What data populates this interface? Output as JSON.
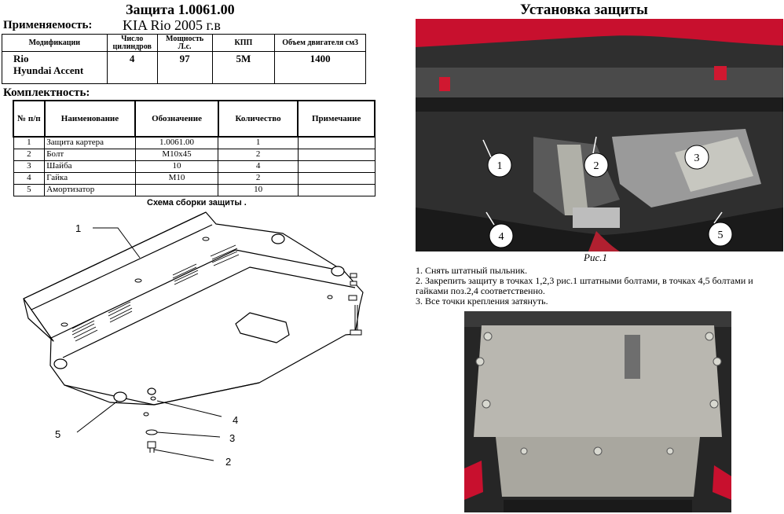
{
  "header": {
    "title": "Защита 1.0061.00",
    "install_title": "Установка защиты"
  },
  "applicability": {
    "label": "Применяемость:",
    "model": "KIA Rio 2005 г.в",
    "columns": [
      "Модификации",
      "Число цилиндров",
      "Мощность Л.с.",
      "КПП",
      "Объем двигателя см3"
    ],
    "row": {
      "models": [
        "Rio",
        "Hyundai Accent"
      ],
      "cylinders": "4",
      "power": "97",
      "gearbox": "5M",
      "volume": "1400"
    }
  },
  "kit": {
    "label": "Комплектность:",
    "columns": [
      "№ п/п",
      "Наименование",
      "Обозначение",
      "Количество",
      "Примечание"
    ],
    "rows": [
      {
        "n": "1",
        "name": "Защита картера",
        "code": "1.0061.00",
        "qty": "1",
        "note": ""
      },
      {
        "n": "2",
        "name": "Болт",
        "code": "M10x45",
        "qty": "2",
        "note": ""
      },
      {
        "n": "3",
        "name": "Шайба",
        "code": "10",
        "qty": "4",
        "note": ""
      },
      {
        "n": "4",
        "name": "Гайка",
        "code": "M10",
        "qty": "2",
        "note": ""
      },
      {
        "n": "5",
        "name": "Амортизатор",
        "code": "",
        "qty": "10",
        "note": ""
      }
    ]
  },
  "schema": {
    "title": "Схема сборки защиты .",
    "callouts": [
      "1",
      "2",
      "3",
      "4",
      "5"
    ]
  },
  "photo": {
    "markers": [
      "1",
      "2",
      "3",
      "4",
      "5"
    ],
    "caption": "Рис.1"
  },
  "instructions": [
    "1. Снять штатный пыльник.",
    "2. Закрепить защиту в точках   1,2,3 рис.1 штатными болтами, в точках 4,5 болтами и гайками поз.2,4 соответственно.",
    "3. Все точки крепления затянуть."
  ]
}
